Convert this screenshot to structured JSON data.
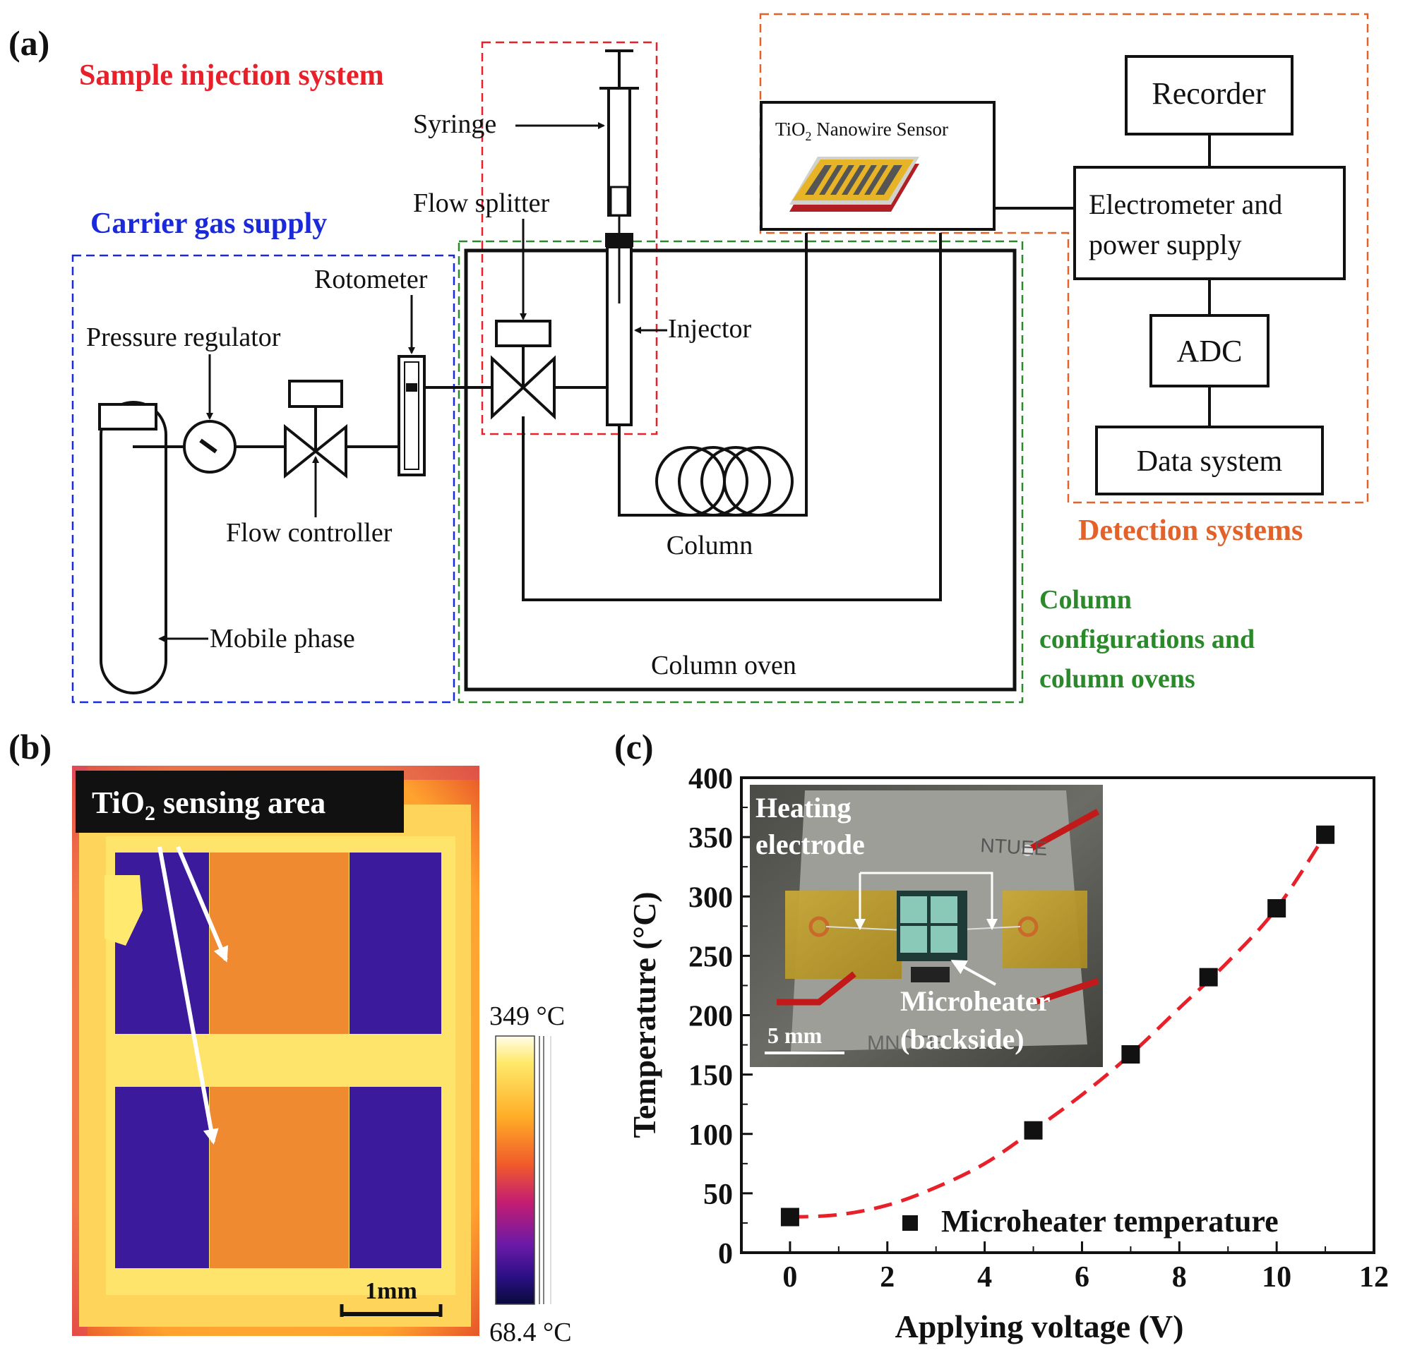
{
  "panel_a": {
    "label": "(a)",
    "section_titles": {
      "injection": "Sample injection system",
      "carrier": "Carrier gas supply",
      "detection": "Detection systems",
      "column_line1": "Column",
      "column_line2": "configurations and",
      "column_line3": "column ovens"
    },
    "components": {
      "syringe": "Syringe",
      "flow_splitter": "Flow splitter",
      "rotometer": "Rotometer",
      "pressure_regulator": "Pressure regulator",
      "flow_controller": "Flow controller",
      "mobile_phase": "Mobile phase",
      "injector": "Injector",
      "column": "Column",
      "column_oven": "Column oven",
      "sensor_prefix": "TiO",
      "sensor_sub": "2",
      "sensor_suffix": " Nanowire Sensor",
      "recorder": "Recorder",
      "electrometer_line1": "Electrometer and",
      "electrometer_line2": "power supply",
      "adc": "ADC",
      "data_system": "Data system"
    },
    "colors": {
      "injection": "#e8202a",
      "carrier": "#1a2adb",
      "detection": "#e2622a",
      "column": "#2a8a2a"
    }
  },
  "panel_b": {
    "label": "(b)",
    "sensing_prefix": "TiO",
    "sensing_sub": "2",
    "sensing_suffix": " sensing area",
    "scale_max": "349 °C",
    "scale_min": "68.4 °C",
    "scalebar": "1mm"
  },
  "panel_c": {
    "label": "(c)",
    "inset": {
      "heating_line1": "Heating",
      "heating_line2": "electrode",
      "micro_line1": "Microheater",
      "micro_line2": "(backside)",
      "scalebar": "5 mm",
      "chip_text": "NTUEE"
    }
  },
  "chart_data": {
    "type": "scatter",
    "x": [
      0,
      5,
      7,
      8.6,
      10,
      11
    ],
    "y": [
      30,
      103,
      167,
      232,
      290,
      352
    ],
    "series": [
      {
        "name": "Microheater temperature",
        "x": [
          0,
          5,
          7,
          8.6,
          10,
          11
        ],
        "y": [
          30,
          103,
          167,
          232,
          290,
          352
        ]
      }
    ],
    "fit": {
      "style": "dashed",
      "color": "#e8202a",
      "x": [
        0,
        1,
        2,
        3,
        4,
        5,
        6,
        7,
        8,
        9,
        10,
        11
      ],
      "y": [
        30,
        32,
        40,
        55,
        75,
        103,
        133,
        167,
        206,
        245,
        290,
        352
      ]
    },
    "xlabel": "Applying voltage (V)",
    "ylabel_prefix": "Temperature (",
    "ylabel_unit": "°C",
    "ylabel_suffix": ")",
    "xlim": [
      -1,
      12
    ],
    "ylim": [
      0,
      400
    ],
    "xticks": [
      "0",
      "2",
      "4",
      "6",
      "8",
      "10",
      "12"
    ],
    "yticks": [
      "0",
      "50",
      "100",
      "150",
      "200",
      "250",
      "300",
      "350",
      "400"
    ],
    "legend": "bottom-right",
    "grid": false
  }
}
